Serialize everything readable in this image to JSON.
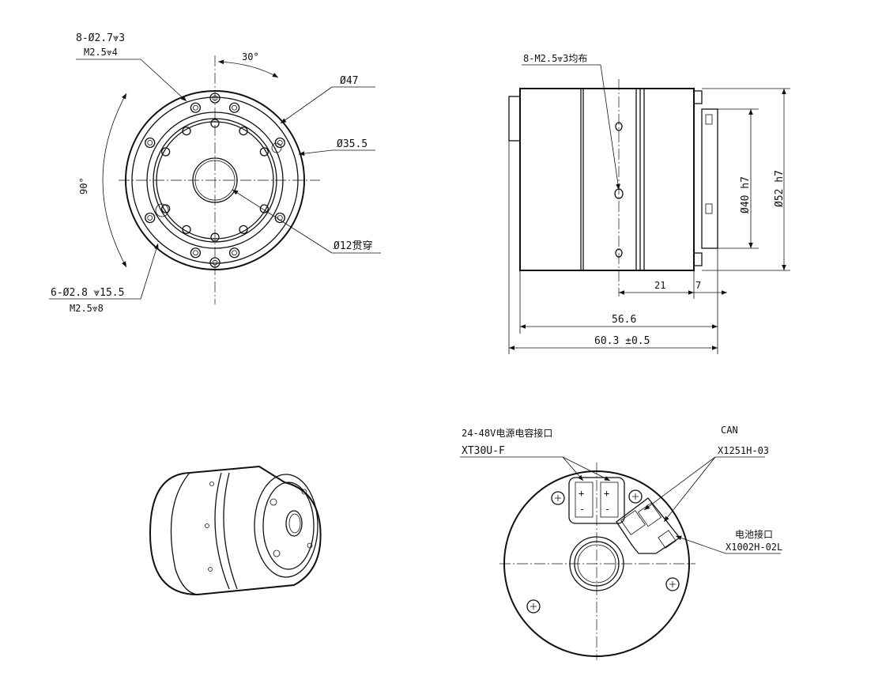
{
  "front_view": {
    "hole_spec_1": "8-Ø2.7⩔3",
    "hole_spec_1_thread": "M2.5⩔4",
    "angle_30": "30°",
    "angle_90": "90°",
    "dia_47": "Ø47",
    "dia_35_5": "Ø35.5",
    "bore": "Ø12贯穿",
    "hole_spec_2": "6-Ø2.8 ⩔15.5",
    "hole_spec_2_thread": "M2.5⩔8"
  },
  "side_view": {
    "hole_spec": "8-M2.5⩔3均布",
    "dia_40": "Ø40 h7",
    "dia_52": "Ø52 h7",
    "dim_21": "21",
    "dim_7": "7",
    "dim_56_6": "56.6",
    "dim_60_3": "60.3 ±0.5"
  },
  "rear_view": {
    "power_label": "24-48V电源电容接口",
    "power_connector": "XT30U-F",
    "can_label": "CAN",
    "can_connector": "X1251H-03",
    "battery_label": "电池接口",
    "battery_connector": "X1002H-02L"
  }
}
